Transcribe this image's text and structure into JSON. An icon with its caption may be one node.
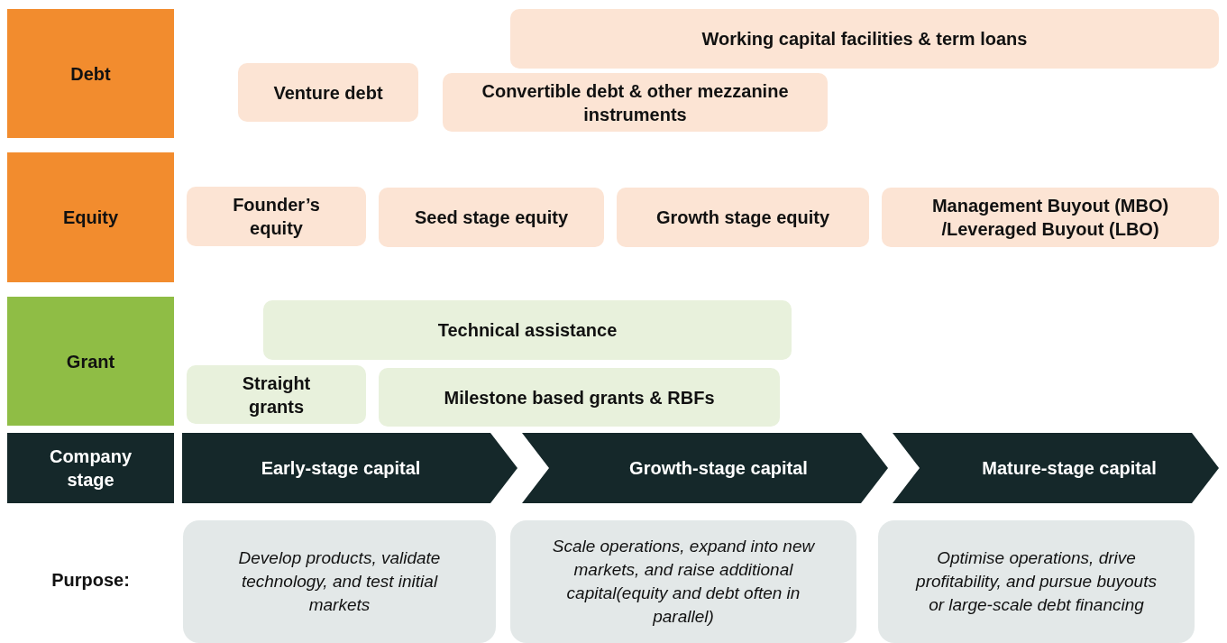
{
  "diagram": {
    "nodes": [
      {
        "text": [
          "Debt"
        ]
      },
      {
        "text": [
          "Working capital facilities & term loans"
        ]
      },
      {
        "text": [
          "Venture debt"
        ]
      },
      {
        "text": [
          "Convertible debt & other mezzanine instruments"
        ]
      },
      {
        "text": [
          "Equity"
        ]
      },
      {
        "text": [
          "Founder’s equity"
        ]
      },
      {
        "text": [
          "Seed stage equity"
        ]
      },
      {
        "text": [
          "Growth stage equity"
        ]
      },
      {
        "text": [
          "Management Buyout (MBO) /Leveraged Buyout (LBO)"
        ]
      },
      {
        "text": [
          "Grant"
        ]
      },
      {
        "text": [
          "Technical assistance"
        ]
      },
      {
        "text": [
          "Straight grants"
        ]
      },
      {
        "text": [
          "Milestone based grants & RBFs"
        ]
      },
      {
        "text": [
          "Company stage"
        ]
      },
      {
        "text": [
          "Early-stage capital"
        ]
      },
      {
        "text": [
          "Growth-stage capital"
        ]
      },
      {
        "text": [
          "Mature-stage capital"
        ]
      },
      {
        "text": [
          "Develop products, validate technology, and test initial markets"
        ]
      },
      {
        "text": [
          "Scale operations, expand into new markets, and raise additional capital(equity and debt often in parallel)"
        ]
      },
      {
        "text": [
          "Optimise operations, drive profitability, and pursue buyouts or large-scale debt financing"
        ]
      }
    ],
    "edges": [],
    "labels": [
      "Purpose:"
    ]
  }
}
